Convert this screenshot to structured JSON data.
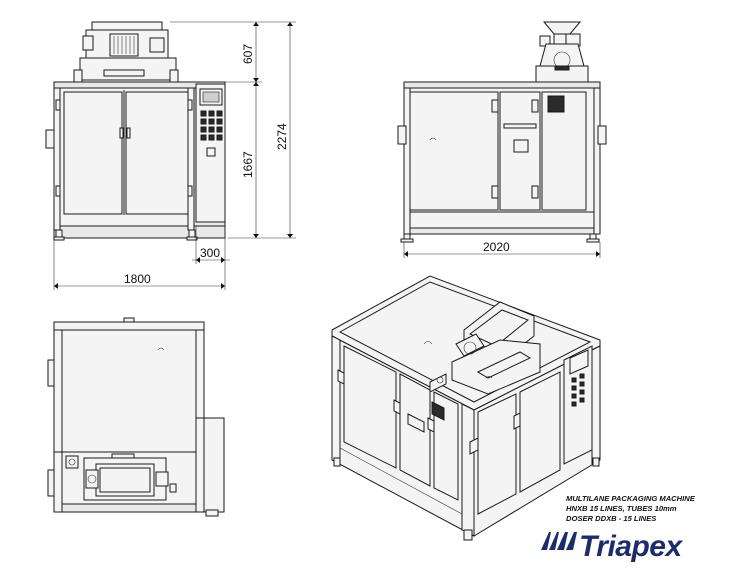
{
  "dimensions": {
    "d607": "607",
    "d2274": "2274",
    "d1667": "1667",
    "d300": "300",
    "d1800": "1800",
    "d2020": "2020"
  },
  "caption": {
    "line1": "MULTILANE PACKAGING MACHINE",
    "line2": "HNXB 15 LINES, TUBES 10mm",
    "line3": "DOSER DDXB - 15 LINES"
  },
  "brand": {
    "name": "Triapex",
    "color": "#1c2c6e"
  }
}
